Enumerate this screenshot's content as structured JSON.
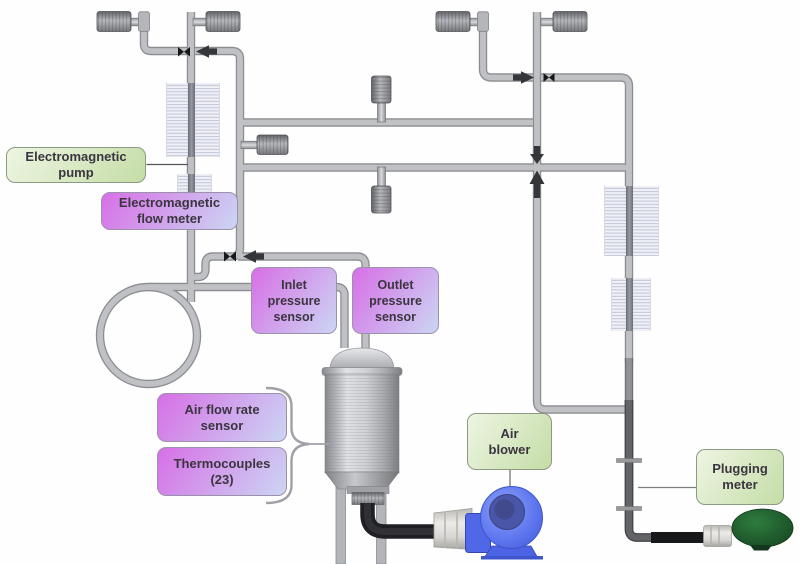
{
  "labels": {
    "em_pump": {
      "line1": "Electromagnetic",
      "line2": "pump"
    },
    "em_flow_meter": {
      "line1": "Electromagnetic",
      "line2": "flow meter"
    },
    "inlet_pressure_sensor": {
      "line1": "Inlet",
      "line2": "pressure",
      "line3": "sensor"
    },
    "outlet_pressure_sensor": {
      "line1": "Outlet",
      "line2": "pressure",
      "line3": "sensor"
    },
    "air_flow_rate_sensor": {
      "line1": "Air flow rate",
      "line2": "sensor"
    },
    "thermocouples": {
      "line1": "Thermocouples",
      "line2": "(23)"
    },
    "air_blower": {
      "line1": "Air",
      "line2": "blower"
    },
    "plugging_meter": {
      "line1": "Plugging",
      "line2": "meter"
    }
  },
  "colors": {
    "green_label_gradient_start": "#eef5e3",
    "green_label_gradient_end": "#c4dda6",
    "purple_label_gradient_start": "#d76fe6",
    "purple_label_gradient_end": "#cbd6f3",
    "pipe_gray": "#bfc1c5",
    "pipe_dark": "#606165",
    "blower_blue": "#5b74ee",
    "plugging_meter_green": "#1d5a2a"
  }
}
